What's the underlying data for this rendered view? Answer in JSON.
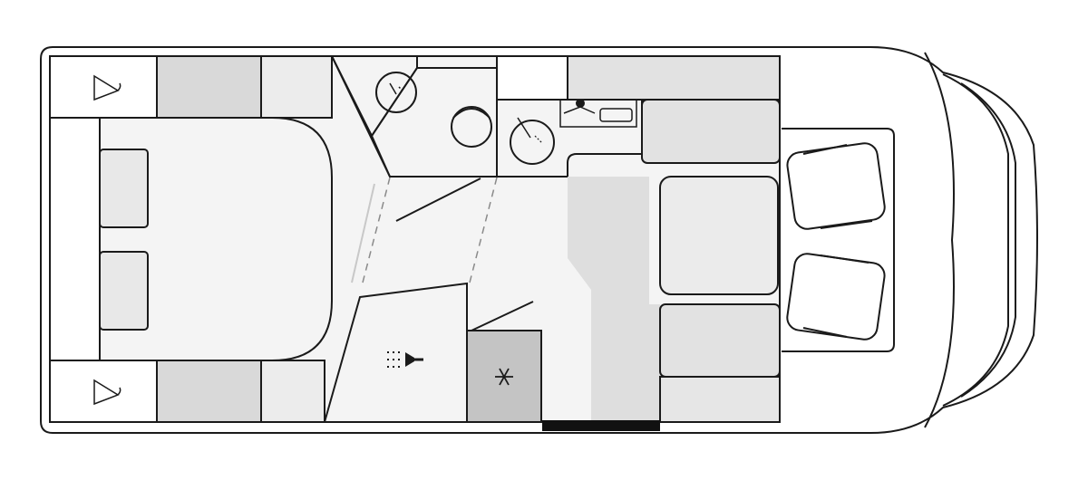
{
  "floorplan": {
    "colors": {
      "outline": "#1a1a1a",
      "background": "#ffffff",
      "floor": "#f4f4f4",
      "furniture_light": "#e8e8e8",
      "furniture_mid": "#d9d9d9",
      "furniture_dark": "#bdbdbd",
      "door": "#111111",
      "shower_line": "#9a9a9a"
    },
    "icons": {
      "wardrobe": "hanger-icon",
      "shower": "shower-head-icon",
      "fridge": "snowflake-icon",
      "basin": "wash-basin-icon",
      "kitchen_sink": "kitchen-sink-icon",
      "hob": "cooktop-icon"
    },
    "zones": [
      "rear-bedroom",
      "wardrobe-top",
      "wardrobe-bottom",
      "bathroom",
      "shower",
      "fridge",
      "kitchen",
      "dinette",
      "cab"
    ]
  }
}
